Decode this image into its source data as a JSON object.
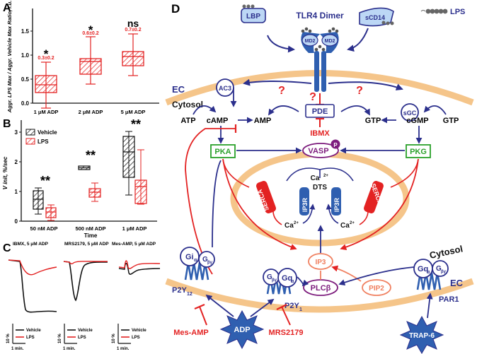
{
  "panels": {
    "A": "A",
    "B": "B",
    "C": "C",
    "D": "D"
  },
  "colors": {
    "black": "#111111",
    "red": "#e32222",
    "navy": "#2b2f8c",
    "blue": "#2f5fb0",
    "green": "#2aa02a",
    "purple": "#7d1c7d",
    "orange": "#f5c58a",
    "salmon": "#f08060",
    "lightblue": "#bcd7f5"
  },
  "panelA": {
    "ylabel": "Aggr. LPS Max / Aggr. Vehicle Max Ratio, r.u.",
    "yticks": [
      "0.0",
      "0.5",
      "1.0",
      "1.5"
    ],
    "categories": [
      "1 μM ADP",
      "2 μM ADP",
      "5 μM ADP"
    ],
    "signif": [
      "*",
      "*",
      "ns"
    ],
    "values": [
      "0.3±0.2",
      "0.6±0.2",
      "0.7±0.2"
    ]
  },
  "panelB": {
    "ylabel": "V init, %/sec",
    "xlabel": "Time",
    "yticks": [
      "0",
      "1",
      "2",
      "3"
    ],
    "legend": [
      "Vehicle",
      "LPS"
    ],
    "categories": [
      "50 nM ADP",
      "500 nM ADP",
      "1 μM ADP"
    ],
    "signif": [
      "**",
      "**",
      "**"
    ]
  },
  "panelC": {
    "titles": [
      "IBMX, 5 μM ADP",
      "MRS2179, 5 μM ADP",
      "Mes-AMP, 5 μM ADP"
    ],
    "legend": [
      "Vehicle",
      "LPS"
    ],
    "scale_y": "10 %",
    "scale_x": "1 min."
  },
  "panelD": {
    "lps_legend": "LPS",
    "LBP": "LBP",
    "sCD14": "sCD14",
    "tlr4": "TLR4 Dimer",
    "md2a": "MD2",
    "md2b": "MD2",
    "ec_top": "EC",
    "cytosol_top": "Cytosol",
    "ac3": "AC3",
    "sgc": "sGC",
    "pde": "PDE",
    "ibmx": "IBMX",
    "atp": "ATP",
    "camp": "cAMP",
    "amp": "AMP",
    "gtp_left": "GTP",
    "cgmp": "cGMP",
    "gtp_right": "GTP",
    "pka": "PKA",
    "pkg": "PKG",
    "vasp": "VASP",
    "vasp_p": "P",
    "serca_left": "SERCA",
    "serca_right": "SERCA",
    "ip3r_left": "IP3R",
    "ip3r_right": "IP3R",
    "ca_top": "Ca",
    "ca_left": "Ca",
    "ca_right": "Ca",
    "ca_sup": "2+",
    "dts": "DTS",
    "ip3": "IP3",
    "pip2": "PIP2",
    "plcb": "PLCβ",
    "cytosol_bottom": "Cytosol",
    "ec_bottom": "EC",
    "gi": "Gi",
    "gq_mid": "Gq",
    "gq_right": "Gq",
    "alpha": "α",
    "g": "G",
    "beta_gamma": "βγ",
    "p2y12": "P2Y",
    "p2y12_sub": "12",
    "p2y1": "P2Y",
    "p2y1_sub": "1",
    "par1": "PAR1",
    "mesamp": "Mes-AMP",
    "adp": "ADP",
    "mrs": "MRS2179",
    "trap": "TRAP-6",
    "q1": "?",
    "q2": "?",
    "q3": "?"
  }
}
